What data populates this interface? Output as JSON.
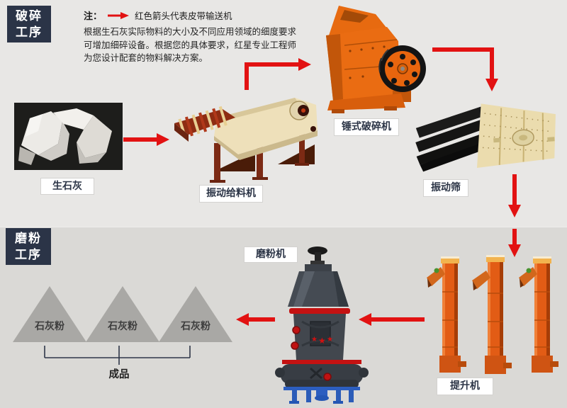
{
  "colors": {
    "background_top": "#e8e7e5",
    "background_bottom": "#dad9d6",
    "arrow_red": "#e21212",
    "section_label_bg": "#2b3447",
    "label_text": "#2b3446"
  },
  "section_labels": [
    {
      "line1": "破碎",
      "line2": "工序"
    },
    {
      "line1": "磨粉",
      "line2": "工序"
    }
  ],
  "note": {
    "prefix": "注：",
    "arrow_icon": "red-conveyor-arrow",
    "text": "红色箭头代表皮带输送机"
  },
  "description_lines": [
    "根据生石灰实际物料的大小及不同应用领域的细度要求",
    "可增加细碎设备。根据您的具体要求，红星专业工程师",
    "为您设计配套的物料解决方案。"
  ],
  "equipment_labels": {
    "limestone": "生石灰",
    "feeder": "振动给料机",
    "hammer_crusher": "锤式破碎机",
    "vibrating_screen": "振动筛",
    "grinding_mill": "磨粉机",
    "bucket_elevator": "提升机"
  },
  "products": {
    "powder_triangles": [
      "石灰粉",
      "石灰粉",
      "石灰粉"
    ],
    "final_product": "成品"
  }
}
